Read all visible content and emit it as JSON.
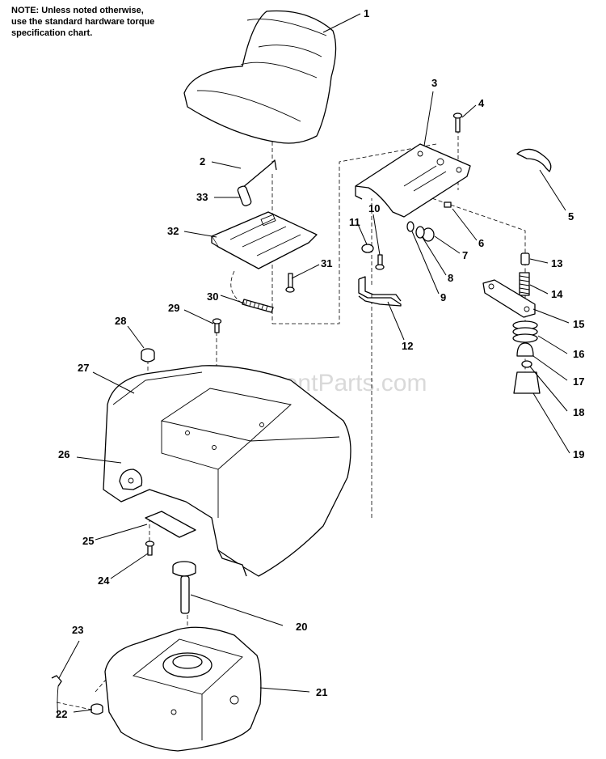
{
  "note": {
    "line1": "NOTE: Unless noted otherwise,",
    "line2": "use the standard hardware torque",
    "line3": "specification chart."
  },
  "watermark": "eReplacementParts.com",
  "callouts": {
    "c1": "1",
    "c2": "2",
    "c3": "3",
    "c4": "4",
    "c5": "5",
    "c6": "6",
    "c7": "7",
    "c8": "8",
    "c9": "9",
    "c10": "10",
    "c11": "11",
    "c12": "12",
    "c13": "13",
    "c14": "14",
    "c15": "15",
    "c16": "16",
    "c17": "17",
    "c18": "18",
    "c19": "19",
    "c20": "20",
    "c21": "21",
    "c22": "22",
    "c23": "23",
    "c24": "24",
    "c25": "25",
    "c26": "26",
    "c27": "27",
    "c28": "28",
    "c29": "29",
    "c30": "30",
    "c31": "31",
    "c32": "32",
    "c33": "33"
  }
}
